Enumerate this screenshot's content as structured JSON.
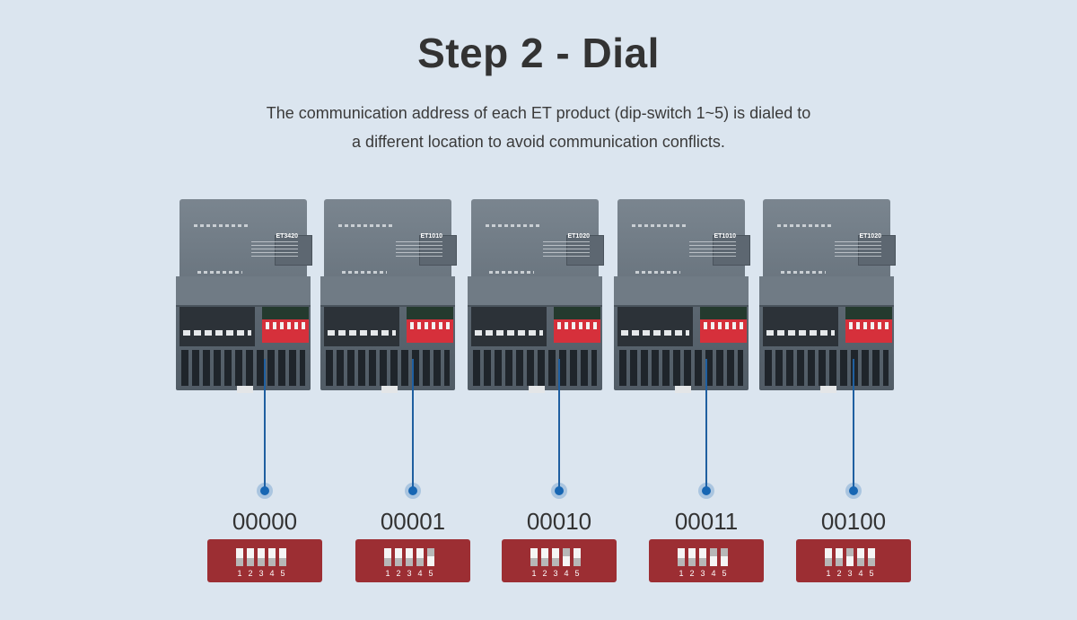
{
  "title": "Step 2 - Dial",
  "description": {
    "line1": "The communication address of each ET product (dip-switch 1~5) is dialed to",
    "line2": "a different location to avoid communication conflicts."
  },
  "colors": {
    "background": "#dbe5ef",
    "accent": "#1766b3",
    "switch_panel": "#9c2e33"
  },
  "modules": [
    {
      "model": "ET3420",
      "code": "00000",
      "switches": [
        0,
        0,
        0,
        0,
        0
      ]
    },
    {
      "model": "ET1010",
      "code": "00001",
      "switches": [
        0,
        0,
        0,
        0,
        1
      ]
    },
    {
      "model": "ET1020",
      "code": "00010",
      "switches": [
        0,
        0,
        0,
        1,
        0
      ]
    },
    {
      "model": "ET1010",
      "code": "00011",
      "switches": [
        0,
        0,
        0,
        1,
        1
      ]
    },
    {
      "model": "ET1020",
      "code": "00100",
      "switches": [
        0,
        0,
        1,
        0,
        0
      ]
    }
  ],
  "switch_numbers": [
    "1",
    "2",
    "3",
    "4",
    "5"
  ]
}
